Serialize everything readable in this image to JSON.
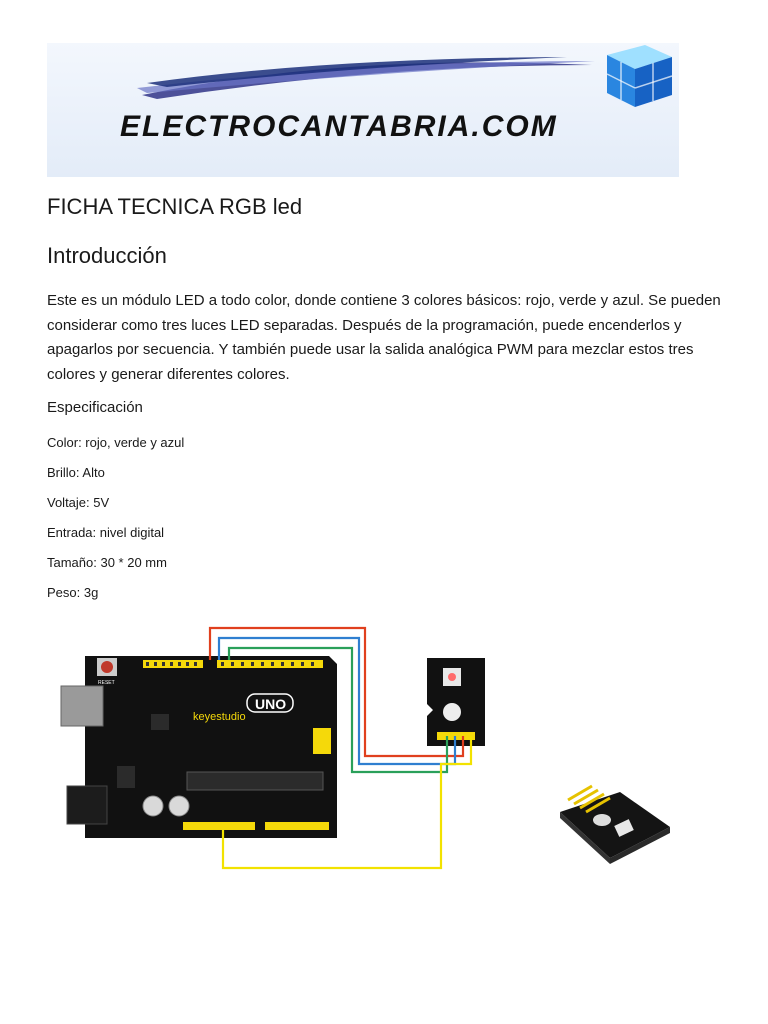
{
  "banner": {
    "brand": "ELECTROCANTABRIA.COM"
  },
  "title": "FICHA TECNICA RGB led",
  "intro_heading": "Introducción",
  "intro_text": "Este es un módulo LED a todo color, donde contiene 3 colores básicos: rojo, verde y azul. Se pueden considerar como tres luces LED separadas. Después de la programación, puede encenderlos y apagarlos por secuencia. Y también puede usar la salida analógica PWM para mezclar estos tres colores y generar diferentes colores.",
  "spec_heading": "Especificación",
  "specs": [
    "Color: rojo, verde y azul",
    "Brillo: Alto",
    "Voltaje: 5V",
    "Entrada: nivel digital",
    "Tamaño: 30 * 20 mm",
    "Peso: 3g"
  ],
  "diagram": {
    "board_brand": "keyestudio",
    "board_model": "UNO",
    "reset_label": "RESET",
    "wire_colors": {
      "red": "#e0401e",
      "blue": "#2f7fd0",
      "green": "#2aa05a",
      "yellow": "#f2e200"
    }
  }
}
